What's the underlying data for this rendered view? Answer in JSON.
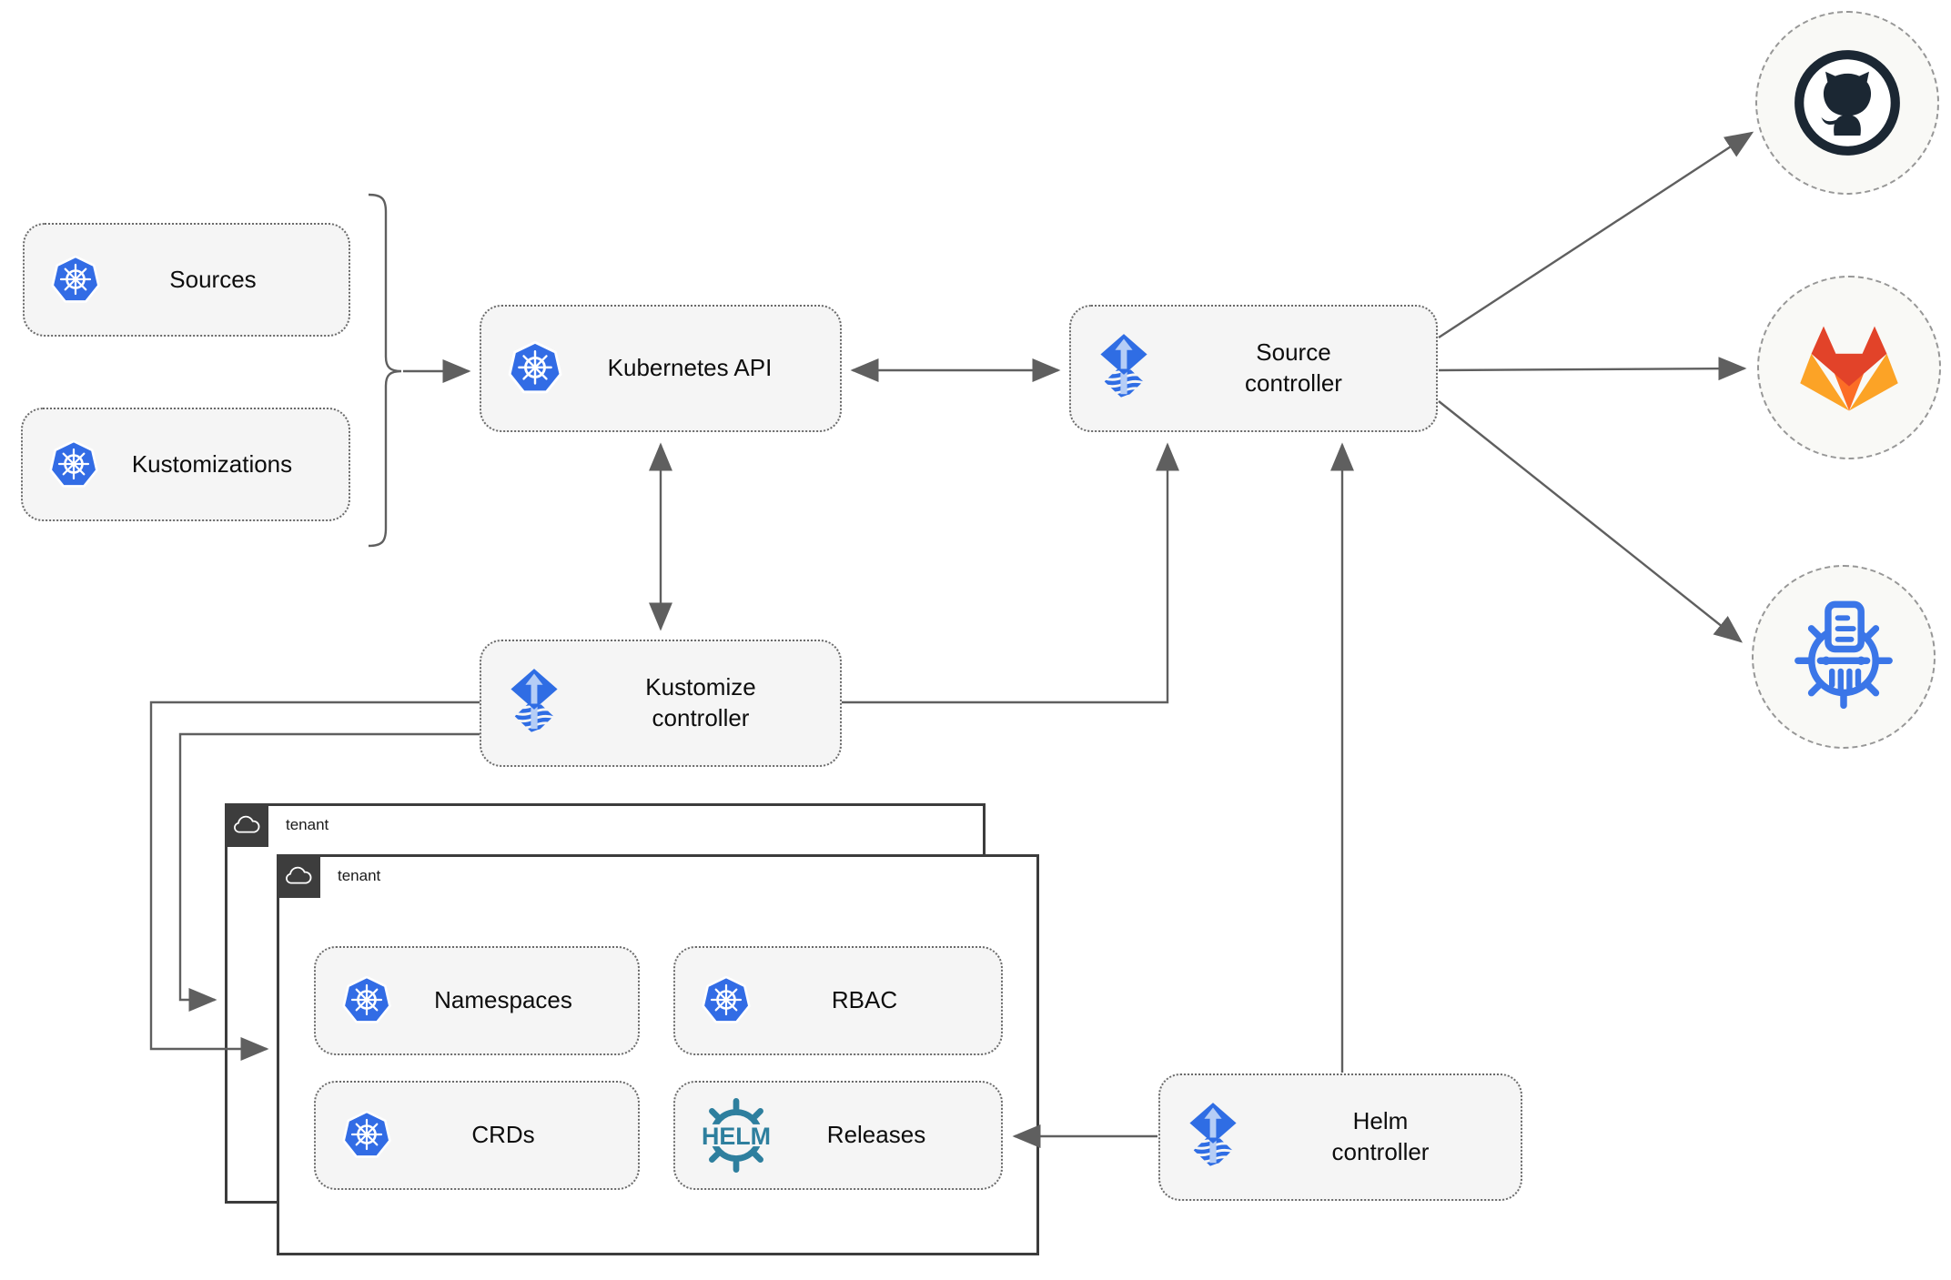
{
  "diagram": {
    "nodes": {
      "sources": {
        "label": "Sources",
        "icon": "kubernetes-icon"
      },
      "kustomizations": {
        "label": "Kustomizations",
        "icon": "kubernetes-icon"
      },
      "kubernetes_api": {
        "label": "Kubernetes API",
        "icon": "kubernetes-icon"
      },
      "source_controller": {
        "label": "Source controller",
        "icon": "flux-icon"
      },
      "kustomize_controller": {
        "label": "Kustomize controller",
        "icon": "flux-icon"
      },
      "helm_controller": {
        "label": "Helm controller",
        "icon": "flux-icon"
      },
      "namespaces": {
        "label": "Namespaces",
        "icon": "kubernetes-icon"
      },
      "rbac": {
        "label": "RBAC",
        "icon": "kubernetes-icon"
      },
      "crds": {
        "label": "CRDs",
        "icon": "kubernetes-icon"
      },
      "releases": {
        "label": "Releases",
        "icon": "helm-icon"
      }
    },
    "groups": {
      "tenant_outer": {
        "label": "tenant",
        "icon": "cloud-icon"
      },
      "tenant_inner": {
        "label": "tenant",
        "icon": "cloud-icon"
      }
    },
    "remotes": {
      "github": {
        "icon": "github-icon"
      },
      "gitlab": {
        "icon": "gitlab-icon"
      },
      "helm_repository": {
        "icon": "chartmuseum-icon"
      }
    },
    "logos": {
      "helm_text": "HELM"
    },
    "edges": [
      {
        "from": "sources+kustomizations",
        "to": "kubernetes-api",
        "arrow": "single"
      },
      {
        "from": "kubernetes-api",
        "to": "source-controller",
        "arrow": "double"
      },
      {
        "from": "kubernetes-api",
        "to": "kustomize-controller",
        "arrow": "double"
      },
      {
        "from": "kustomize-controller",
        "to": "source-controller",
        "arrow": "single"
      },
      {
        "from": "kustomize-controller",
        "to": "tenant-outer",
        "arrow": "single"
      },
      {
        "from": "kustomize-controller",
        "to": "tenant-inner",
        "arrow": "single"
      },
      {
        "from": "helm-controller",
        "to": "source-controller",
        "arrow": "single"
      },
      {
        "from": "helm-controller",
        "to": "releases",
        "arrow": "single"
      },
      {
        "from": "source-controller",
        "to": "github",
        "arrow": "single"
      },
      {
        "from": "source-controller",
        "to": "gitlab",
        "arrow": "single"
      },
      {
        "from": "source-controller",
        "to": "helm-repository",
        "arrow": "single"
      }
    ],
    "colors": {
      "kubernetes_blue": "#326ce5",
      "flux_blue": "#2f6de4",
      "flux_light": "#b5cdf6",
      "helm_teal": "#2e7f9e",
      "github_dark": "#1b2733",
      "gitlab_red": "#e24329",
      "gitlab_orange": "#fc6d26",
      "gitlab_amber": "#fca326",
      "line_gray": "#5f5f5f",
      "tenant_dark": "#3d3d3d",
      "node_fill": "#f5f5f5"
    }
  }
}
